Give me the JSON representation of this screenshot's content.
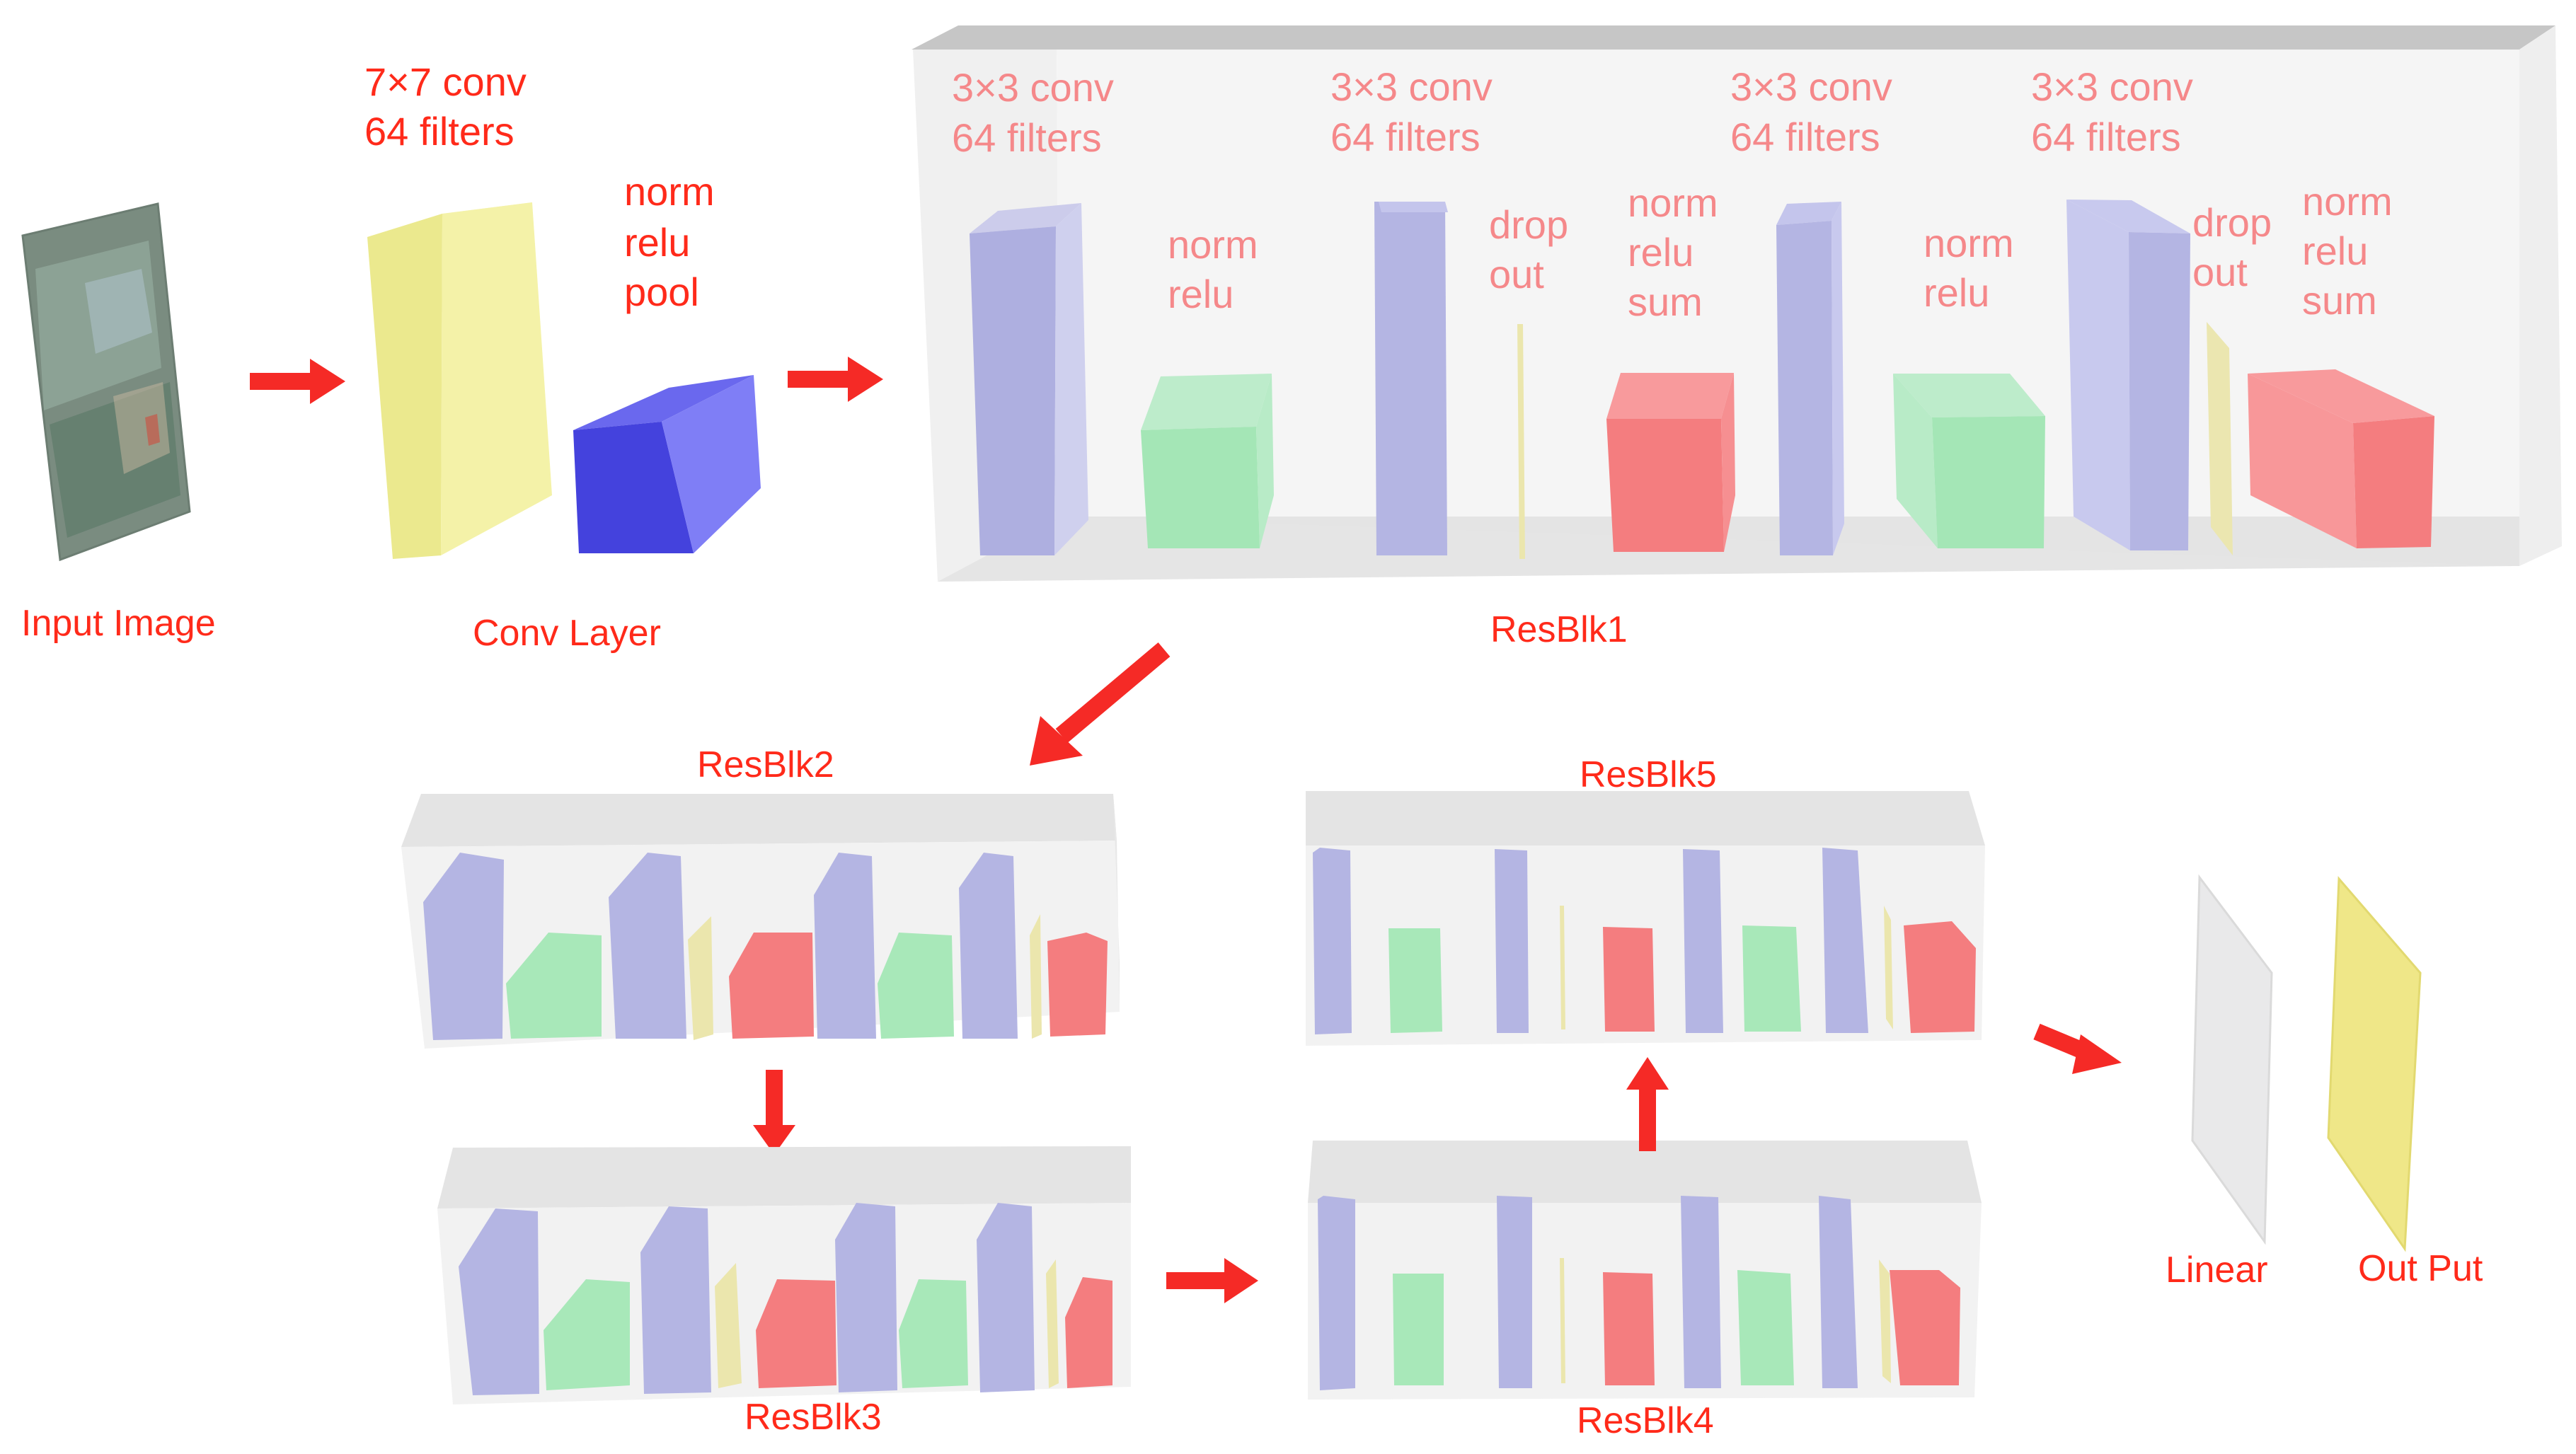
{
  "input": {
    "label": "Input Image"
  },
  "conv_layer": {
    "title": "Conv Layer",
    "conv_line1": "7×7 conv",
    "conv_line2": "64 filters",
    "op_line1": "norm",
    "op_line2": "relu",
    "op_line3": "pool"
  },
  "resblk1": {
    "title": "ResBlk1",
    "conv1_line1": "3×3 conv",
    "conv1_line2": "64 filters",
    "norm1_line1": "norm",
    "norm1_line2": "relu",
    "conv2_line1": "3×3 conv",
    "conv2_line2": "64 filters",
    "drop1_line1": "drop",
    "drop1_line2": "out",
    "sum1_line1": "norm",
    "sum1_line2": "relu",
    "sum1_line3": "sum",
    "conv3_line1": "3×3 conv",
    "conv3_line2": "64 filters",
    "norm2_line1": "norm",
    "norm2_line2": "relu",
    "conv4_line1": "3×3 conv",
    "conv4_line2": "64 filters",
    "drop2_line1": "drop",
    "drop2_line2": "out",
    "sum2_line1": "norm",
    "sum2_line2": "relu",
    "sum2_line3": "sum"
  },
  "resblk2": {
    "title": "ResBlk2"
  },
  "resblk3": {
    "title": "ResBlk3"
  },
  "resblk4": {
    "title": "ResBlk4"
  },
  "resblk5": {
    "title": "ResBlk5"
  },
  "output": {
    "linear_label": "Linear",
    "output_label": "Out Put"
  },
  "colors": {
    "label_red": "#ff2a1a",
    "faded_red": "#f5888a",
    "arrow_red": "#f52a26",
    "conv_blue": "#b6b7e2",
    "norm_green": "#a4e6b6",
    "sum_red": "#f47d7f",
    "drop_yellow": "#e6e2b0",
    "conv_yellow": "#f2f0a2",
    "pool_blue": "#4442dd",
    "linear_gray": "#e9e9ea",
    "output_yellow": "#efe788",
    "box_face": "#e8e8e8"
  }
}
